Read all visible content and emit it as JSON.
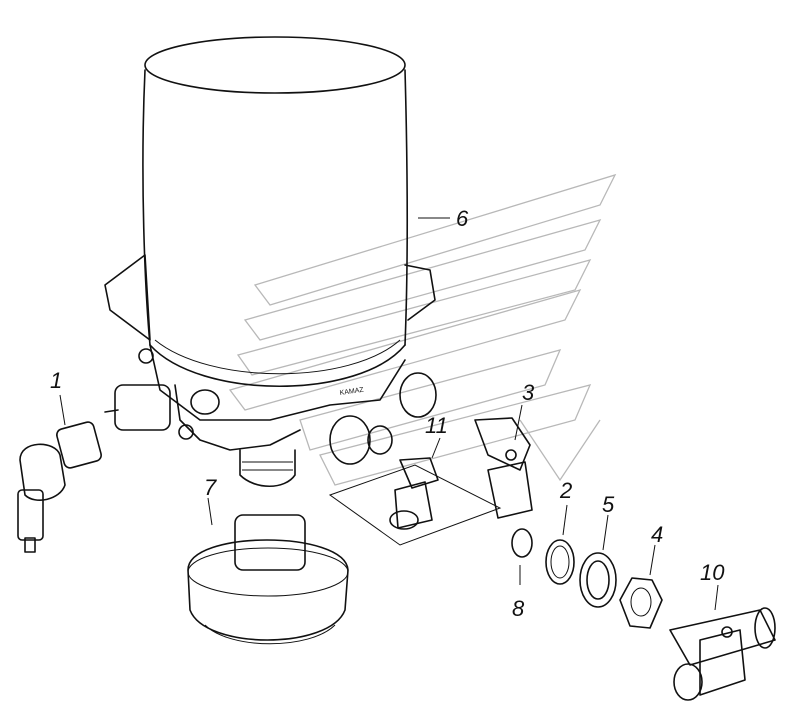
{
  "diagram": {
    "callouts": {
      "c1": "1",
      "c2": "2",
      "c3": "3",
      "c4": "4",
      "c5": "5",
      "c6": "6",
      "c7": "7",
      "c8": "8",
      "c10": "10",
      "c11": "11",
      "stamp": "KAMAZ"
    }
  }
}
